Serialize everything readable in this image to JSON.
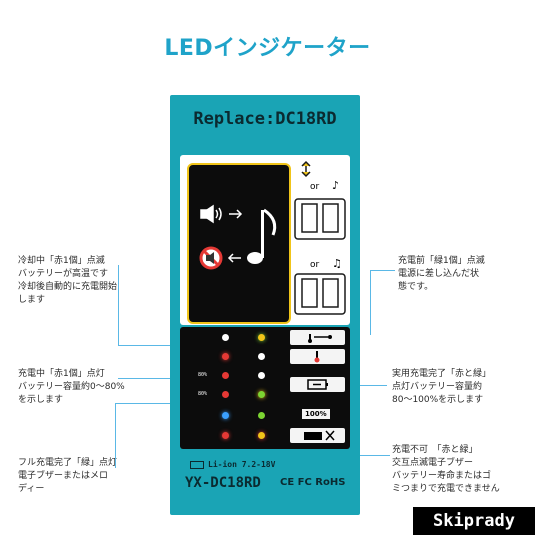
{
  "title": "LEDインジケーター",
  "panel": {
    "model_header": "Replace:DC18RD",
    "voltage_label": "Li-ion 7.2-18V",
    "model_footer": "YX-DC18RD",
    "certs": "CE FC RoHS",
    "or_label": "or",
    "status_rows": [
      {
        "pct": "",
        "left_led": "#ffffff",
        "right_led": "#f0c419",
        "icon": "thermometer-plug-icon"
      },
      {
        "pct": "",
        "left_led": "#e53935",
        "right_led": "#ffffff",
        "icon": "thermometer-icon"
      },
      {
        "pct": "80%",
        "left_led": "#e53935",
        "right_led": "#000000",
        "icon": "battery-charging-icon"
      },
      {
        "pct": "80%",
        "left_led": "#e53935",
        "right_led": "#7cd432",
        "icon": "battery-charging-icon"
      },
      {
        "pct": "",
        "left_led": "#3aa0ff",
        "right_led": "#7cd432",
        "icon": "full-100-icon"
      },
      {
        "pct": "",
        "left_led": "#e53935",
        "right_led": "#f0c419",
        "icon": "battery-x-icon"
      }
    ],
    "full_label": "100%"
  },
  "callouts": {
    "cooling": "冷却中「赤1個」点滅\nバッテリーが高温です\n冷却後自動的に充電開始\nします",
    "charging": "充電中「赤1個」点灯\nバッテリー容量約0〜80%\nを示します",
    "full": "フル充電完了「緑」点灯\n電子ブザーまたはメロ\nディー",
    "before": "充電前「緑1個」点滅\n電源に差し込んだ状\n態です。",
    "practical": "実用充電完了「赤と緑」\n点灯バッテリー容量約\n80〜100%を示します",
    "unable": "充電不可　「赤と緑」\n交互点滅電子ブザー\nバッテリー寿命またはゴ\nミつまりで充電できません"
  },
  "brand": "Skiprady",
  "colors": {
    "accent": "#1fa3c9",
    "panel": "#1aa4b5",
    "line": "#5ab8e6"
  }
}
